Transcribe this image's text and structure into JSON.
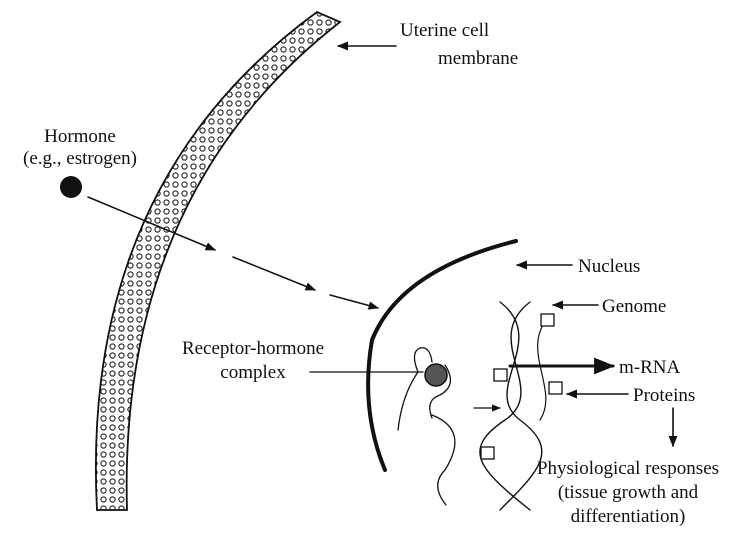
{
  "labels": {
    "membrane_line1": "Uterine cell",
    "membrane_line2": "membrane",
    "hormone_line1": "Hormone",
    "hormone_line2": "(e.g., estrogen)",
    "nucleus": "Nucleus",
    "genome": "Genome",
    "mrna": "m-RNA",
    "proteins": "Proteins",
    "receptor_line1": "Receptor-hormone",
    "receptor_line2": "complex",
    "response_line1": "Physiological responses",
    "response_line2": "(tissue growth and",
    "response_line3": "differentiation)"
  }
}
